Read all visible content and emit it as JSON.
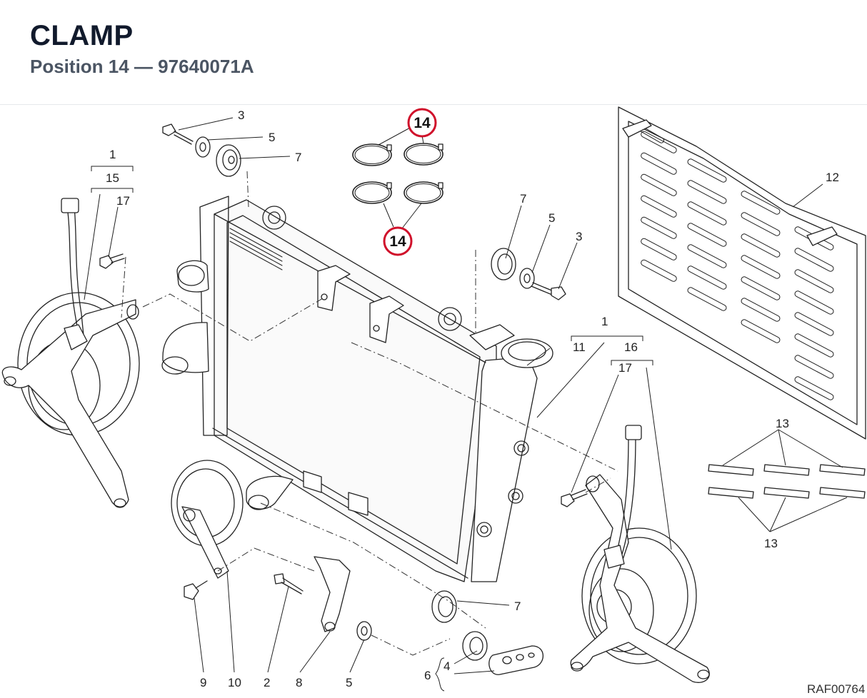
{
  "header": {
    "title": "CLAMP",
    "subtitle": "Position 14 — 97640071A"
  },
  "diagram": {
    "code": "RAF00764",
    "highlight": {
      "number": "14",
      "color": "#d0112b"
    },
    "callouts": {
      "c3a": "3",
      "c5a": "5",
      "c7a": "7",
      "c1a": "1",
      "c15": "15",
      "c17a": "17",
      "c7b": "7",
      "c5b": "5",
      "c3b": "3",
      "c12": "12",
      "c1b": "1",
      "c16": "16",
      "c17b": "17",
      "c11": "11",
      "c13a": "13",
      "c13b": "13",
      "c7c": "7",
      "c4": "4",
      "c6": "6",
      "c9": "9",
      "c10": "10",
      "c2": "2",
      "c8": "8",
      "c5c": "5"
    }
  }
}
